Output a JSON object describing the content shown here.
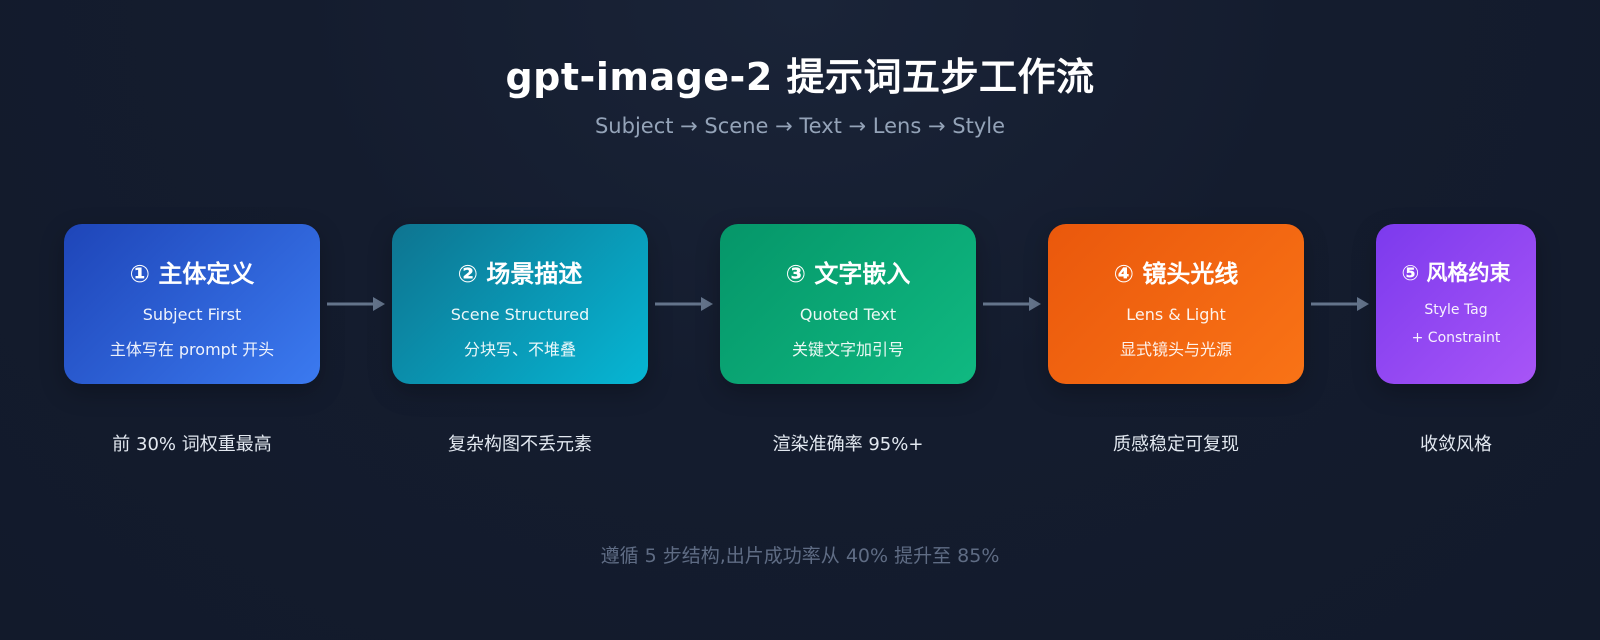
{
  "header": {
    "title": "gpt-image-2 提示词五步工作流",
    "subtitle": "Subject → Scene → Text → Lens → Style"
  },
  "steps": [
    {
      "title": "① 主体定义",
      "line1": "Subject First",
      "line2": "主体写在 prompt 开头",
      "note": "前 30% 词权重最高",
      "color_from": "#1e45b8",
      "color_to": "#3b7af0"
    },
    {
      "title": "② 场景描述",
      "line1": "Scene Structured",
      "line2": "分块写、不堆叠",
      "note": "复杂构图不丢元素",
      "color_from": "#0e7490",
      "color_to": "#06b6d4"
    },
    {
      "title": "③ 文字嵌入",
      "line1": "Quoted Text",
      "line2": "关键文字加引号",
      "note": "渲染准确率 95%+",
      "color_from": "#059669",
      "color_to": "#10b981"
    },
    {
      "title": "④ 镜头光线",
      "line1": "Lens & Light",
      "line2": "显式镜头与光源",
      "note": "质感稳定可复现",
      "color_from": "#ea580c",
      "color_to": "#f97316"
    },
    {
      "title": "⑤ 风格约束",
      "line1": "Style Tag",
      "line2": "+ Constraint",
      "note": "收敛风格",
      "color_from": "#7c3aed",
      "color_to": "#a855f7"
    }
  ],
  "arrows": [
    {
      "icon": "arrow-right-icon"
    },
    {
      "icon": "arrow-right-icon"
    },
    {
      "icon": "arrow-right-icon"
    },
    {
      "icon": "arrow-right-icon"
    }
  ],
  "footer": {
    "text": "遵循 5 步结构,出片成功率从 40% 提升至 85%"
  }
}
